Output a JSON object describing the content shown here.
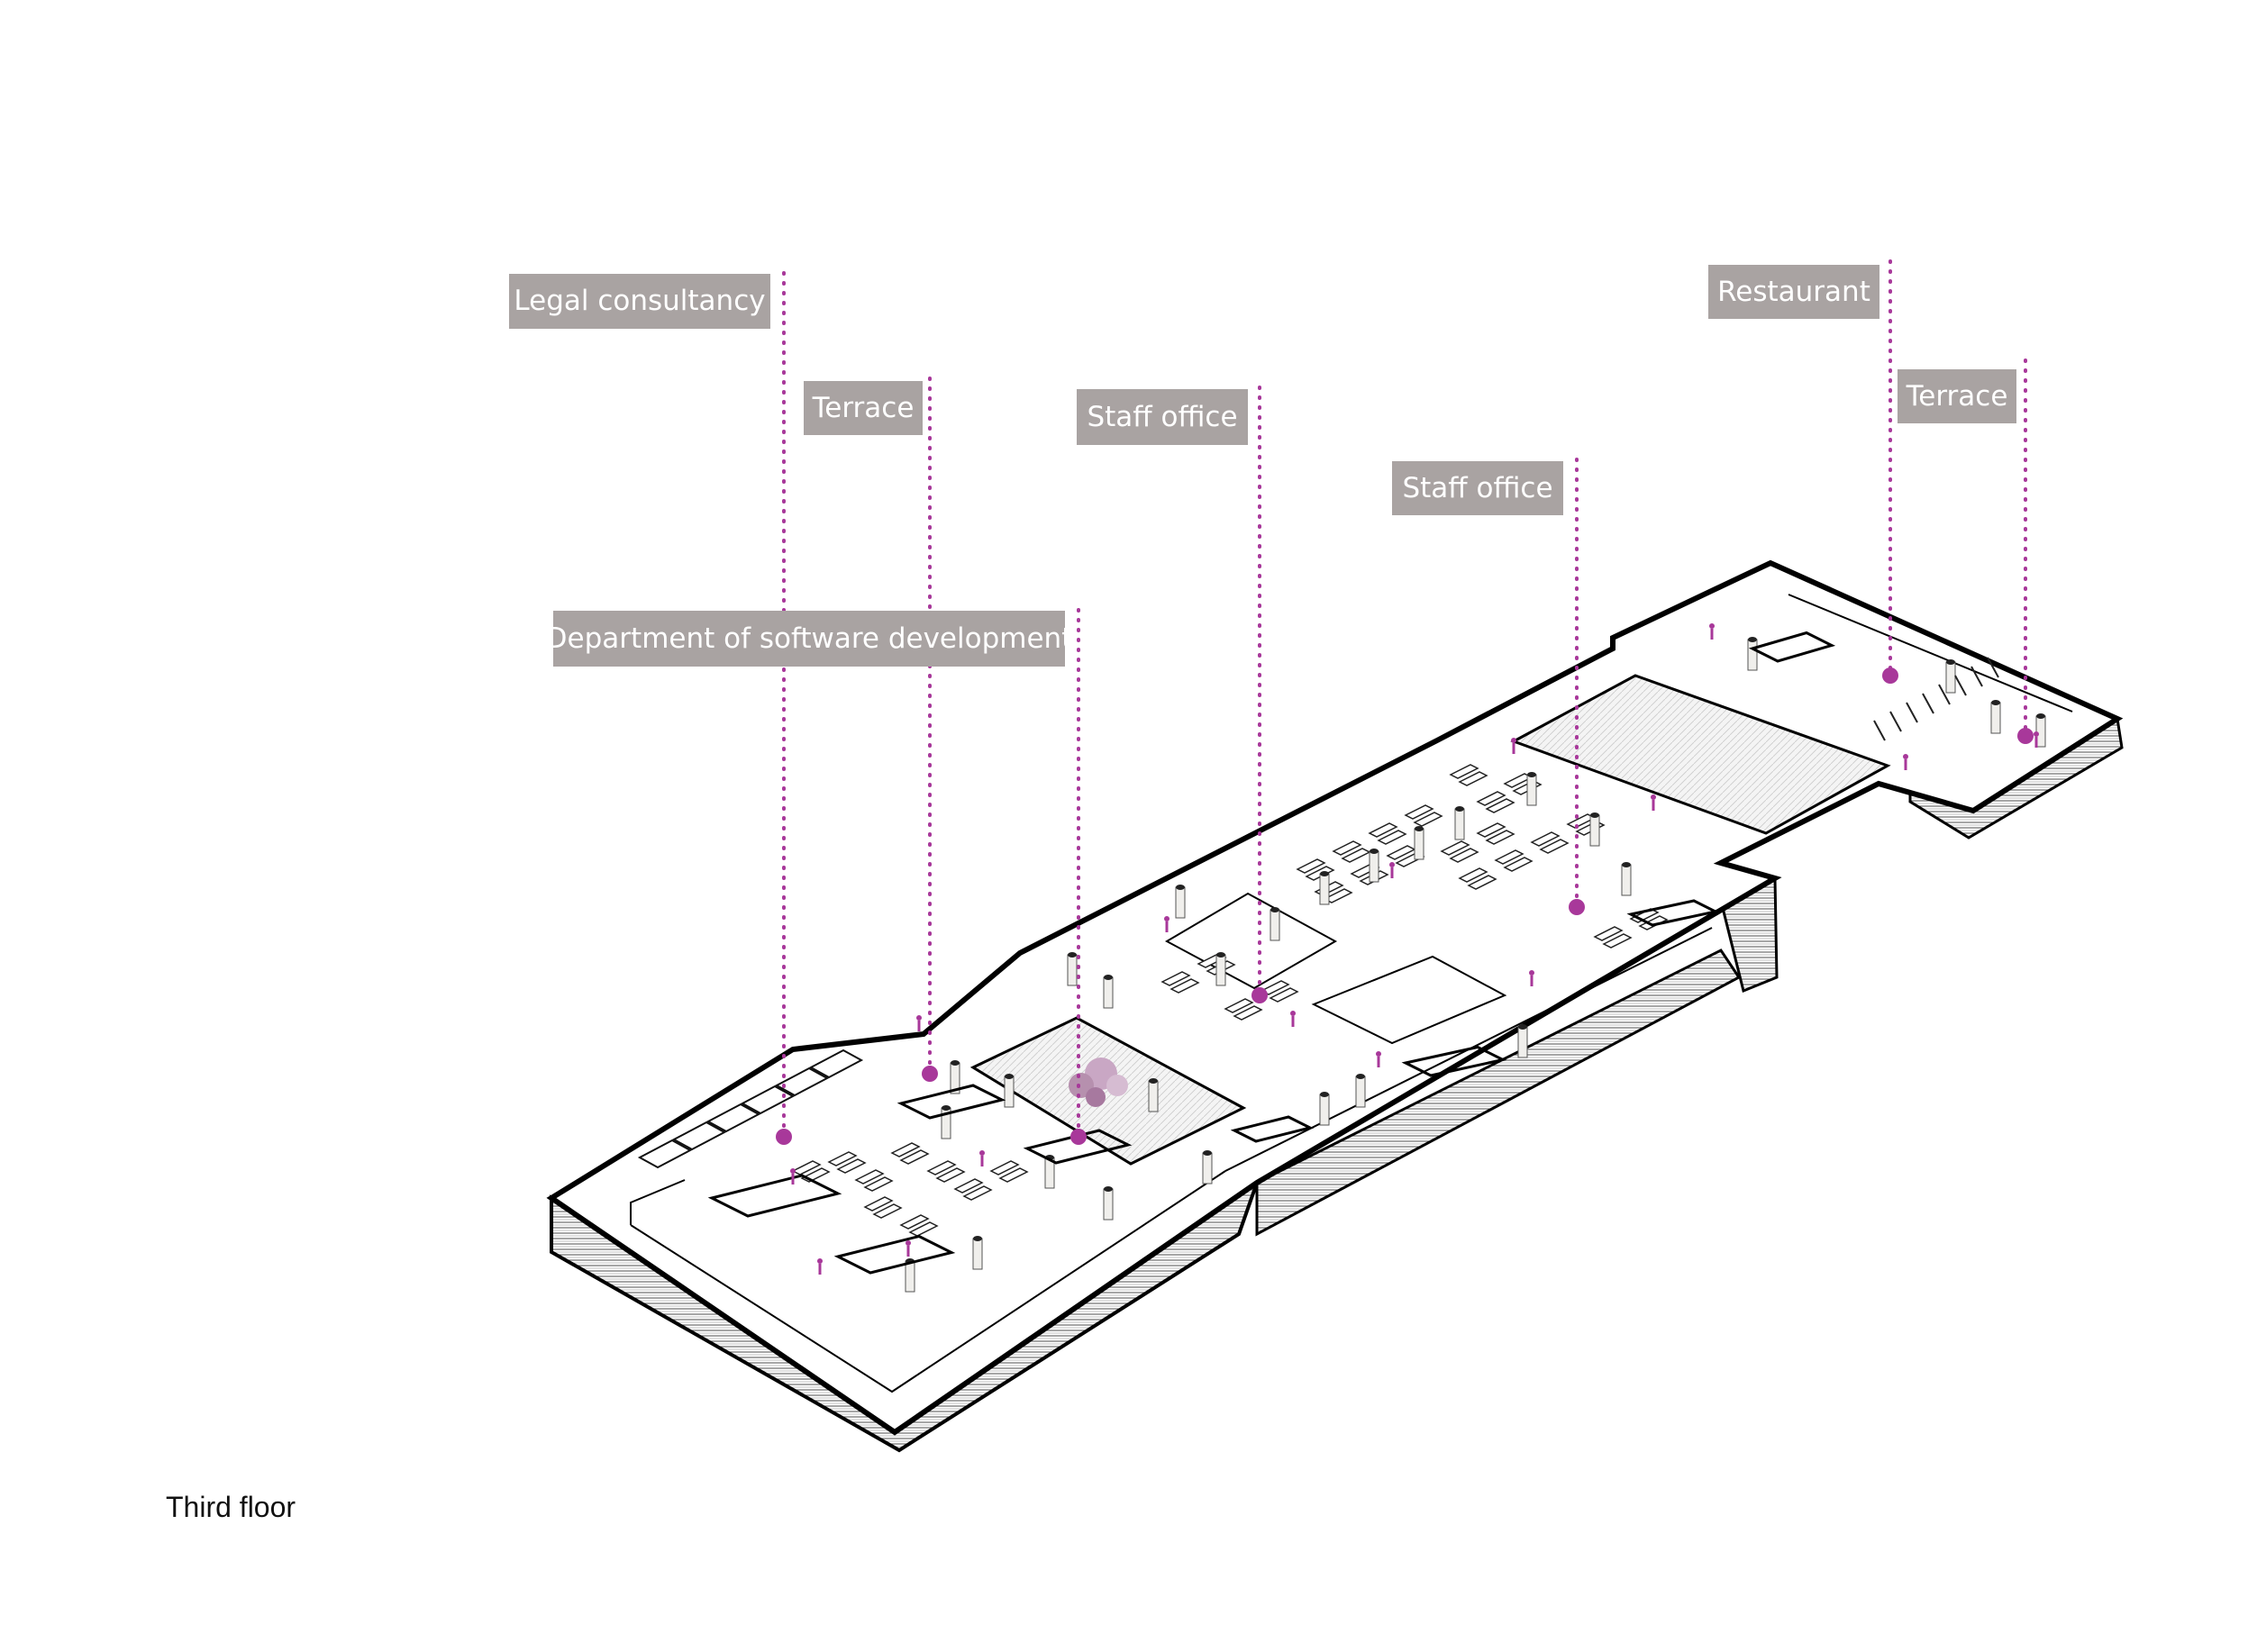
{
  "caption": "Third floor",
  "colors": {
    "accent": "#a8389a",
    "label_bg": "#a9a3a2",
    "label_text": "#ffffff",
    "outline": "#000000"
  },
  "labels": [
    {
      "text": "Legal consultancy"
    },
    {
      "text": "Terrace"
    },
    {
      "text": "Staff office"
    },
    {
      "text": "Staff office"
    },
    {
      "text": "Department of software development"
    },
    {
      "text": "Restaurant"
    },
    {
      "text": "Terrace"
    }
  ]
}
